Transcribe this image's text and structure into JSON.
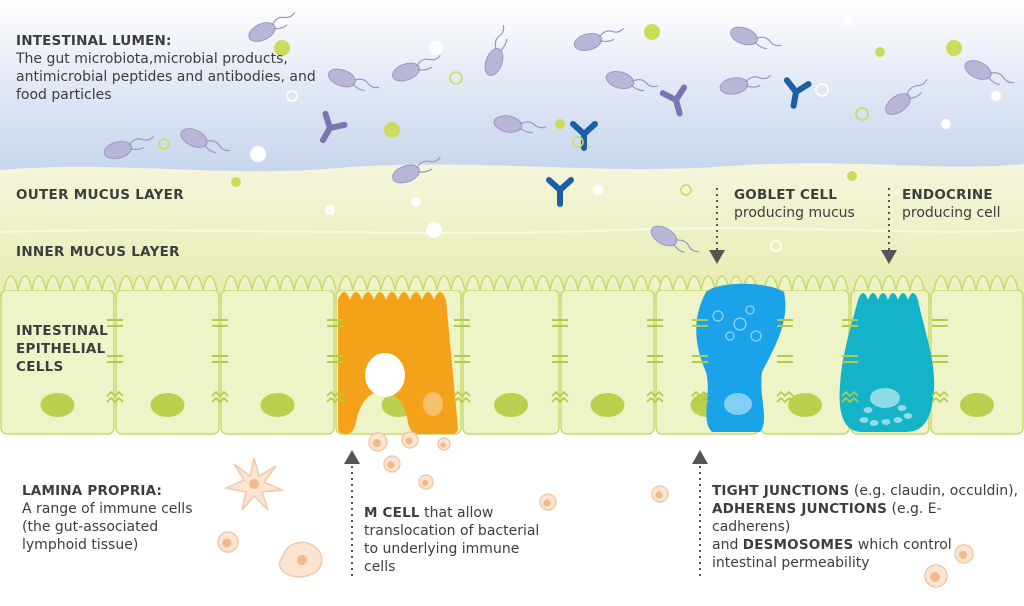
{
  "labels": {
    "lumen_title": "INTESTINAL LUMEN:",
    "lumen_desc": "The gut microbiota,microbial products, antimicrobial peptides and antibodies, and food particles",
    "outer_mucus": "OUTER MUCUS LAYER",
    "inner_mucus": "INNER MUCUS LAYER",
    "epithelial": "INTESTINAL EPITHELIAL CELLS",
    "goblet_title": "GOBLET CELL",
    "goblet_desc": "producing mucus",
    "endocrine_title": "ENDOCRINE",
    "endocrine_desc": "producing cell",
    "lamina_title": "LAMINA PROPRIA:",
    "lamina_desc": "A range of immune cells (the gut-associated lymphoid tissue)",
    "mcell_bold": "M CELL",
    "mcell_desc": " that allow translocation of bacterial to underlying immune cells",
    "tj_bold": "TIGHT JUNCTIONS",
    "tj_desc": " (e.g. claudin, occuldin),",
    "aj_bold": "ADHERENS JUNCTIONS",
    "aj_desc": " (e.g. E-cadherens)",
    "and_text": "and ",
    "ds_bold": "DESMOSOMES",
    "ds_desc": " which control intestinal permeability"
  },
  "colors": {
    "lumen_top": "#ffffff",
    "lumen_bottom": "#c4d3ec",
    "mucus": "#eef2c6",
    "cell_fill": "#eef3c8",
    "cell_stroke": "#c8d96a",
    "nucleus": "#b9d14e",
    "m_cell": "#f5a21b",
    "goblet_cell": "#1aa3e8",
    "endocrine_cell": "#14b3c8",
    "bacteria": "#b9b7d8",
    "antibody_purple": "#7b74b3",
    "antibody_blue": "#1b5fa6",
    "particle_green": "#cbdc5a",
    "immune_cell": "#f2c9a6",
    "arrow": "#555555"
  }
}
